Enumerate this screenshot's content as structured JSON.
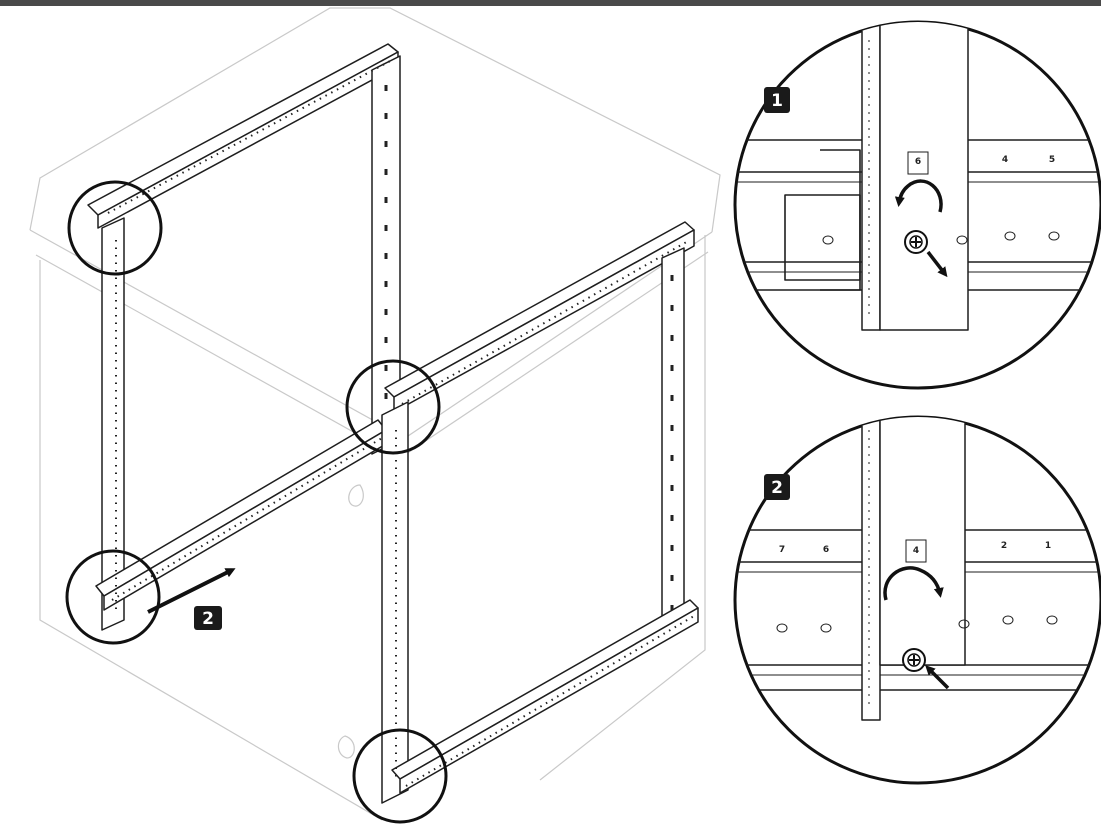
{
  "steps": {
    "step1": "1",
    "step2": "2",
    "arrow_step": "2"
  },
  "detail_1": {
    "rail_numbers": [
      "6",
      "4",
      "5"
    ]
  },
  "detail_2": {
    "rail_numbers": [
      "7",
      "6",
      "4",
      "2",
      "1"
    ]
  },
  "icons": [
    "rotate-counterclockwise-icon",
    "rotate-clockwise-icon",
    "screw-icon",
    "push-arrow-icon"
  ]
}
